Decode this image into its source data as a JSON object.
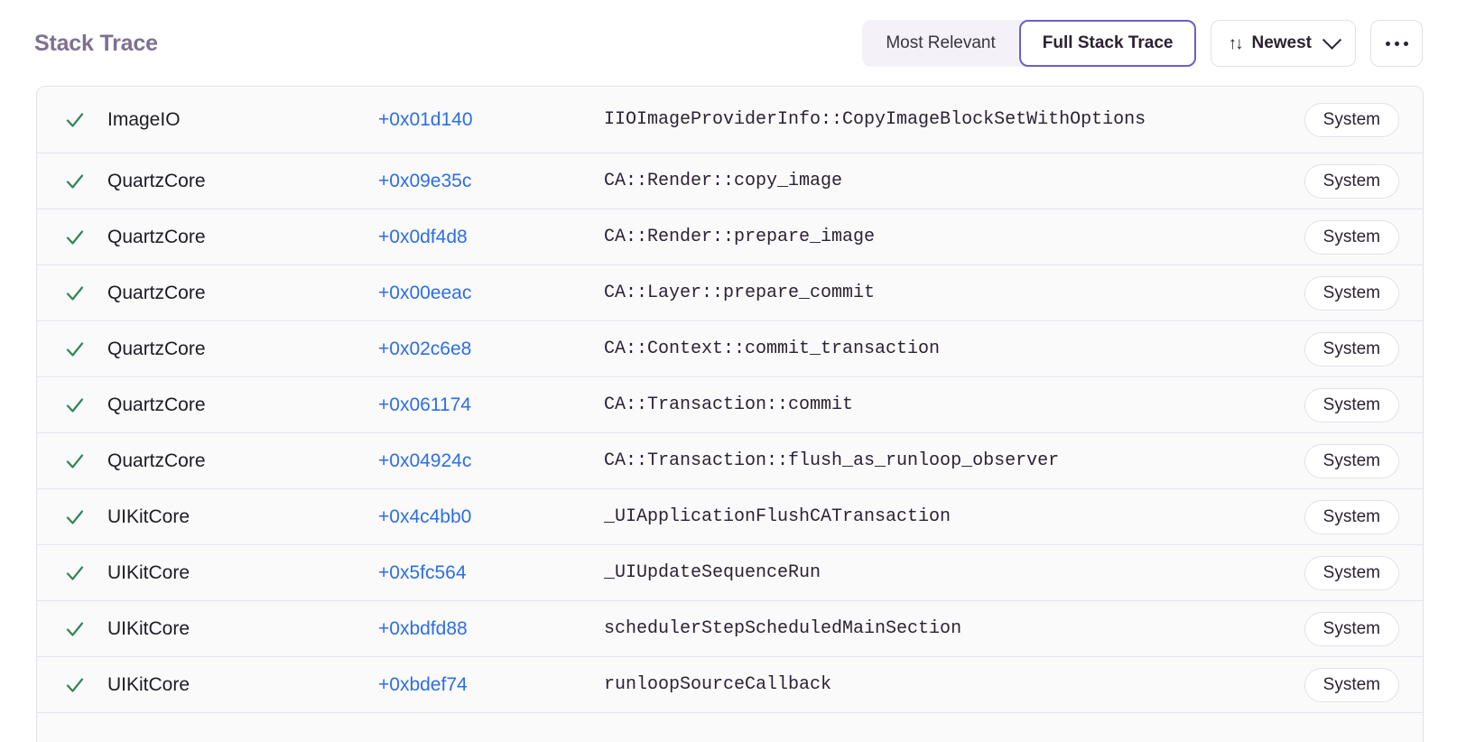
{
  "header": {
    "title": "Stack Trace",
    "segmented": {
      "options": [
        {
          "label": "Most Relevant",
          "active": false
        },
        {
          "label": "Full Stack Trace",
          "active": true
        }
      ]
    },
    "sort_button": {
      "icon": "sort-arrows-icon",
      "glyph": "↑↓",
      "label": "Newest"
    },
    "more_button": {
      "icon": "ellipsis-icon",
      "label": "..."
    }
  },
  "colors": {
    "accent_purple": "#6c5fc7",
    "link_blue": "#2c6ee6",
    "check_green": "#2d8659",
    "title_gray": "#80708f",
    "row_bg": "#fafafb",
    "border": "#e3e0e9"
  },
  "table": {
    "rows": [
      {
        "check": "✓",
        "module": "ImageIO",
        "offset": "+0x01d140",
        "function": "IIOImageProviderInfo::CopyImageBlockSetWithOptions",
        "badge": "System"
      },
      {
        "check": "✓",
        "module": "QuartzCore",
        "offset": "+0x09e35c",
        "function": "CA::Render::copy_image",
        "badge": "System"
      },
      {
        "check": "✓",
        "module": "QuartzCore",
        "offset": "+0x0df4d8",
        "function": "CA::Render::prepare_image",
        "badge": "System"
      },
      {
        "check": "✓",
        "module": "QuartzCore",
        "offset": "+0x00eeac",
        "function": "CA::Layer::prepare_commit",
        "badge": "System"
      },
      {
        "check": "✓",
        "module": "QuartzCore",
        "offset": "+0x02c6e8",
        "function": "CA::Context::commit_transaction",
        "badge": "System"
      },
      {
        "check": "✓",
        "module": "QuartzCore",
        "offset": "+0x061174",
        "function": "CA::Transaction::commit",
        "badge": "System"
      },
      {
        "check": "✓",
        "module": "QuartzCore",
        "offset": "+0x04924c",
        "function": "CA::Transaction::flush_as_runloop_observer",
        "badge": "System"
      },
      {
        "check": "✓",
        "module": "UIKitCore",
        "offset": "+0x4c4bb0",
        "function": "_UIApplicationFlushCATransaction",
        "badge": "System"
      },
      {
        "check": "✓",
        "module": "UIKitCore",
        "offset": "+0x5fc564",
        "function": "_UIUpdateSequenceRun",
        "badge": "System"
      },
      {
        "check": "✓",
        "module": "UIKitCore",
        "offset": "+0xbdfd88",
        "function": "schedulerStepScheduledMainSection",
        "badge": "System"
      },
      {
        "check": "✓",
        "module": "UIKitCore",
        "offset": "+0xbdef74",
        "function": "runloopSourceCallback",
        "badge": "System"
      }
    ]
  }
}
